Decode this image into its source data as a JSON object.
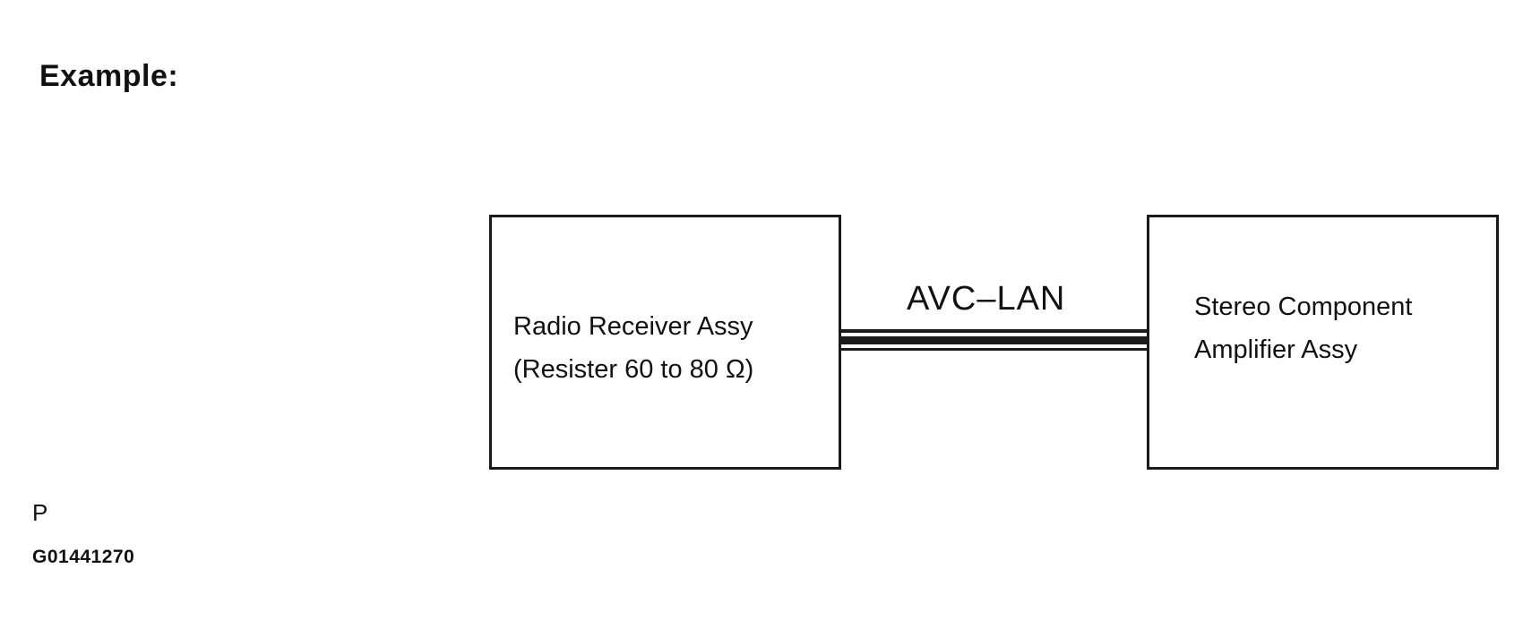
{
  "heading": "Example:",
  "blocks": {
    "left": {
      "line1": "Radio Receiver Assy",
      "line2": "(Resister 60 to 80 Ω)"
    },
    "right": {
      "line1": "Stereo Component",
      "line2": "Amplifier Assy"
    }
  },
  "bus": {
    "label": "AVC–LAN"
  },
  "footer": {
    "mark": "P",
    "code": "G01441270"
  }
}
